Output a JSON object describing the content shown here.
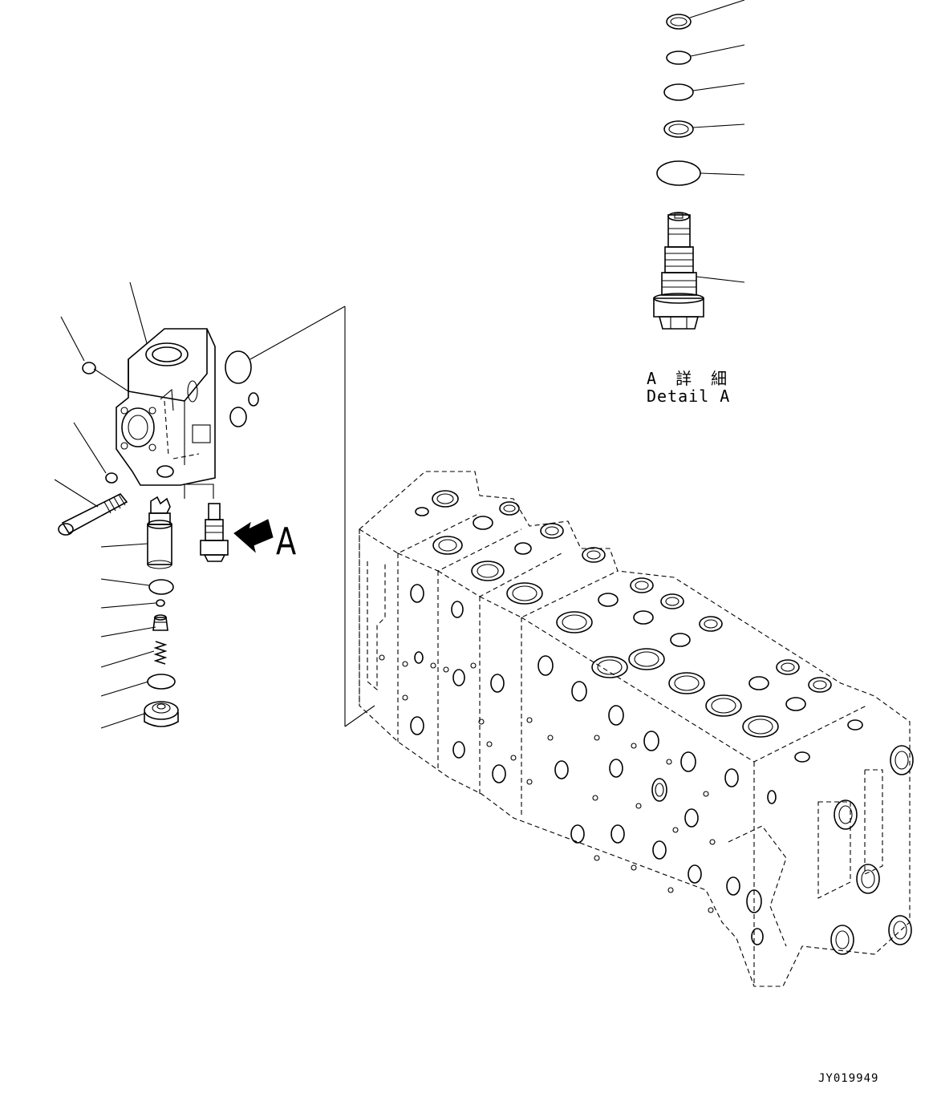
{
  "view_marker": "A",
  "detail_caption_ja": "A 詳 細",
  "detail_caption_en": "Detail A",
  "drawing_number": "JY019949"
}
